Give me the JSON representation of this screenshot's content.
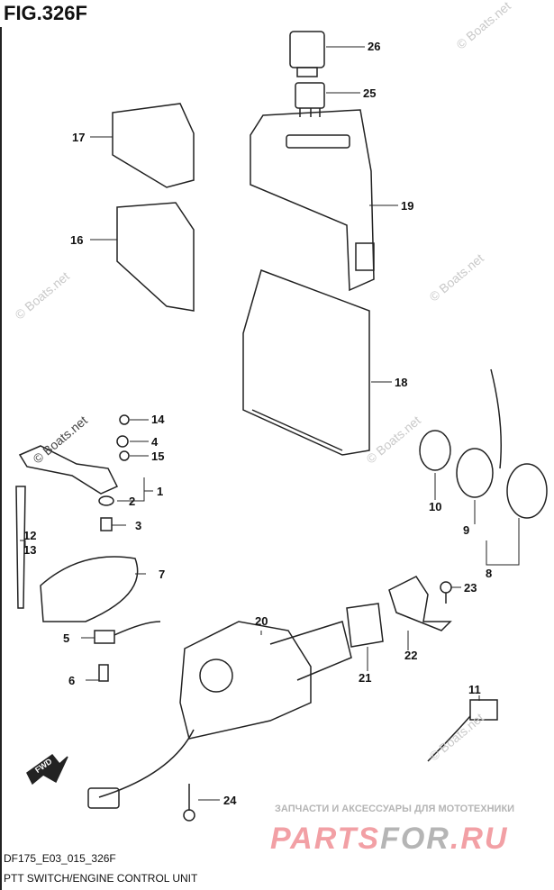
{
  "figure_title": "FIG.326F",
  "callouts": [
    "26",
    "25",
    "17",
    "19",
    "16",
    "18",
    "14",
    "4",
    "15",
    "1",
    "2",
    "3",
    "12",
    "13",
    "7",
    "10",
    "9",
    "8",
    "23",
    "20",
    "5",
    "22",
    "21",
    "6",
    "11",
    "24"
  ],
  "fwd_label": "FWD",
  "watermark": "© Boats.net",
  "partsfor_banner": {
    "tagline": "ЗАПЧАСТИ И АКСЕССУАРЫ ДЛЯ МОТОТЕХНИКИ",
    "brand_a": "PARTS",
    "brand_b": "FOR",
    "brand_c": ".RU"
  },
  "diagram_code": "DF175_E03_015_326F",
  "diagram_title": "PTT SWITCH/ENGINE CONTROL UNIT"
}
